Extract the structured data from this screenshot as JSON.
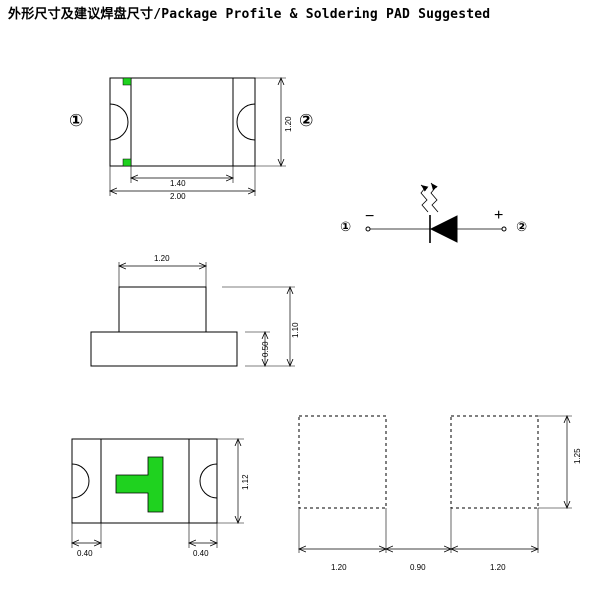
{
  "title": "外形尺寸及建议焊盘尺寸/Package Profile & Soldering PAD Suggested",
  "top_view": {
    "left_terminal_marker": "①",
    "right_terminal_marker": "②",
    "dim_inner_width": "1.40",
    "dim_total_width": "2.00",
    "dim_height": "1.20"
  },
  "symbol": {
    "anode_marker": "①",
    "cathode_marker": "②",
    "minus_sign": "−",
    "plus_sign": "+"
  },
  "side_view": {
    "dim_lens_width": "1.20",
    "dim_base_height": "0.50",
    "dim_total_height": "1.10"
  },
  "bottom_view": {
    "dim_height": "1.12",
    "dim_left_terminal": "0.40",
    "dim_right_terminal": "0.40"
  },
  "pad_layout": {
    "dim_pad_left_width": "1.20",
    "dim_gap": "0.90",
    "dim_pad_right_width": "1.20",
    "dim_pad_height": "1.25"
  },
  "colors": {
    "marking_green": "#1fd21f",
    "line": "#000000"
  }
}
